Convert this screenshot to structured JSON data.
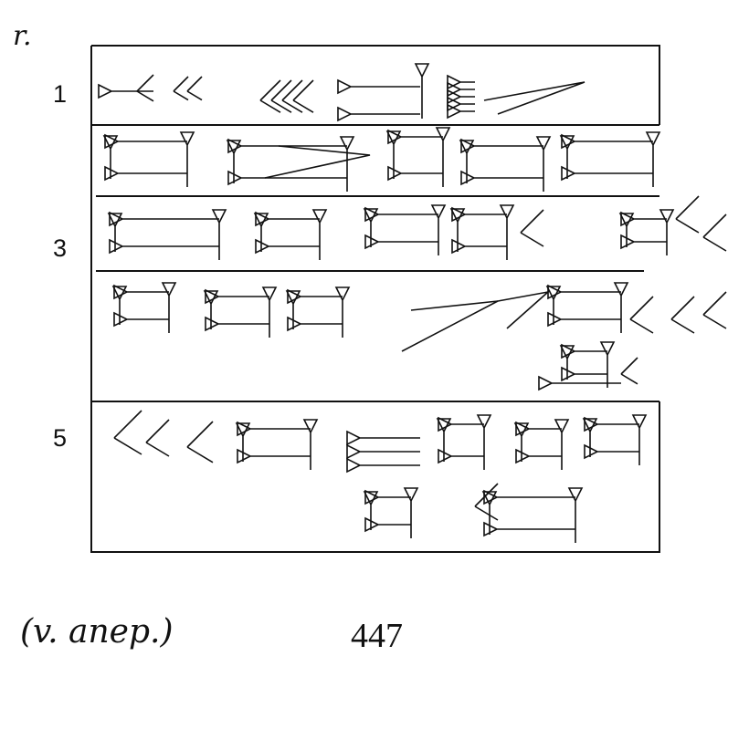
{
  "side_label": "r.",
  "line_numbers": [
    "1",
    "3",
    "5"
  ],
  "caption": "(v. anep.)",
  "page_number": "447"
}
